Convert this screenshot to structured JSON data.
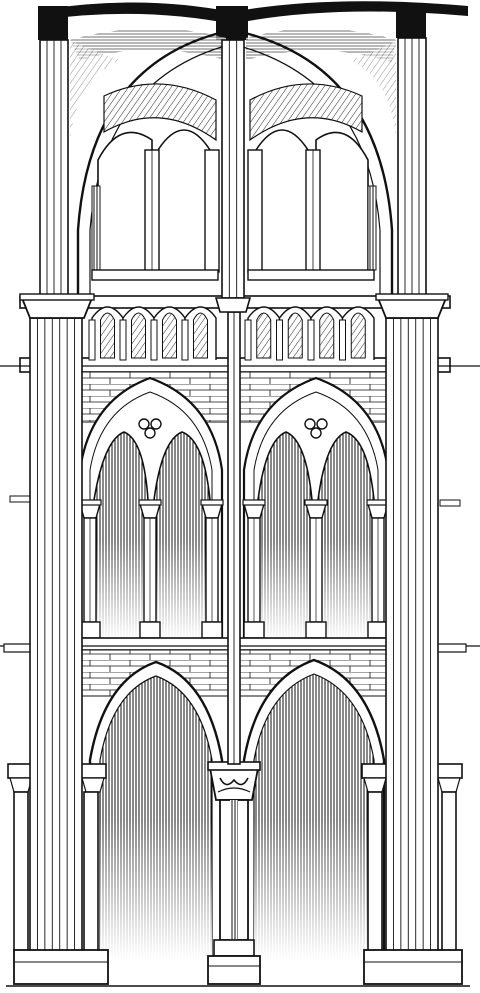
{
  "figure": {
    "subject": "gothic-nave-bay-elevation",
    "ink_color": "#111111",
    "paper_color": "#ffffff",
    "tiers": [
      "clerestory",
      "triforium",
      "gallery",
      "arcade"
    ],
    "bays": 2
  }
}
